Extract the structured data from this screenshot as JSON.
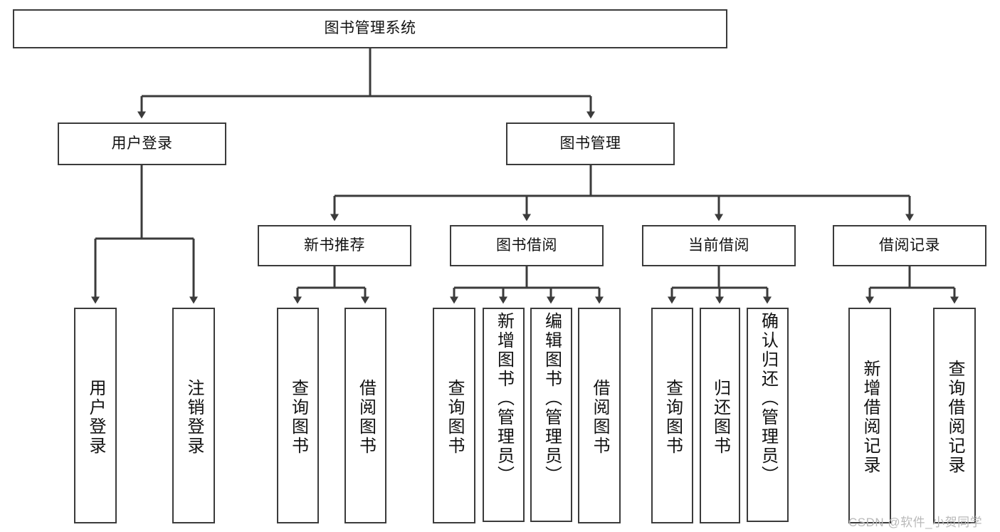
{
  "diagram": {
    "title": "图书管理系统",
    "type": "tree-hierarchy-diagram",
    "theme": {
      "background": "#ffffff",
      "box_border": "#3b3b3b",
      "box_fill": "#ffffff",
      "connector": "#3b3b3b",
      "text": "#111111",
      "watermark": "#b9b9b9"
    },
    "nodes": {
      "root": {
        "label": "图书管理系统"
      },
      "level2": [
        {
          "label": "用户登录"
        },
        {
          "label": "图书管理"
        }
      ],
      "level3": [
        {
          "label": "新书推荐"
        },
        {
          "label": "图书借阅"
        },
        {
          "label": "当前借阅"
        },
        {
          "label": "借阅记录"
        }
      ],
      "leaves": {
        "user_login": [
          {
            "label": "用户登录"
          },
          {
            "label": "注销登录"
          }
        ],
        "new_book_recommend": [
          {
            "label": "查询图书"
          },
          {
            "label": "借阅图书"
          }
        ],
        "book_borrow": [
          {
            "label": "查询图书"
          },
          {
            "label": "新增图书（管理员）"
          },
          {
            "label": "编辑图书（管理员）"
          },
          {
            "label": "借阅图书"
          }
        ],
        "current_borrow": [
          {
            "label": "查询图书"
          },
          {
            "label": "归还图书"
          },
          {
            "label": "确认归还（管理员）"
          }
        ],
        "borrow_record": [
          {
            "label": "新增借阅记录"
          },
          {
            "label": "查询借阅记录"
          }
        ]
      }
    },
    "watermark": "CSDN @软件_小贺同学"
  }
}
